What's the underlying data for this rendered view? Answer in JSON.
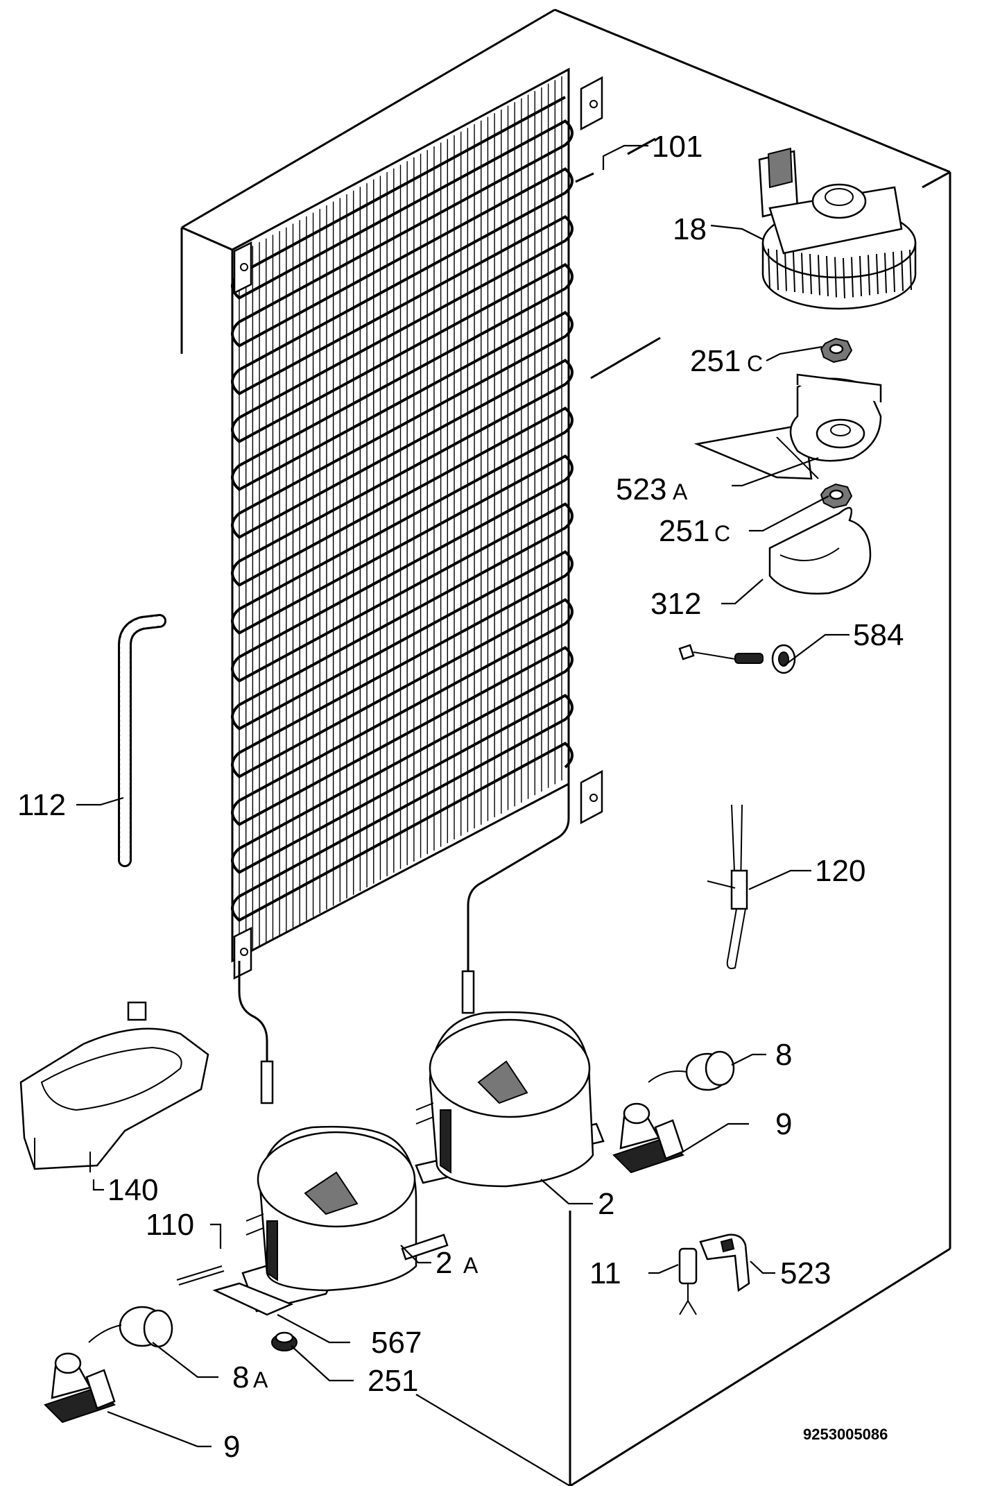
{
  "document_number": "9253005086",
  "callouts": {
    "p101": "101",
    "p18": "18",
    "p251c_top": "251",
    "p251c_top_suffix": "C",
    "p523a": "523",
    "p523a_suffix": "A",
    "p251c_bottom": "251",
    "p251c_bottom_suffix": "C",
    "p312": "312",
    "p584": "584",
    "p112": "112",
    "p120": "120",
    "p8": "8",
    "p9_right": "9",
    "p140": "140",
    "p2": "2",
    "p110": "110",
    "p2a": "2",
    "p2a_suffix": "A",
    "p11": "11",
    "p523": "523",
    "p567": "567",
    "p8a": "8",
    "p8a_suffix": "A",
    "p251": "251",
    "p9_left": "9"
  }
}
